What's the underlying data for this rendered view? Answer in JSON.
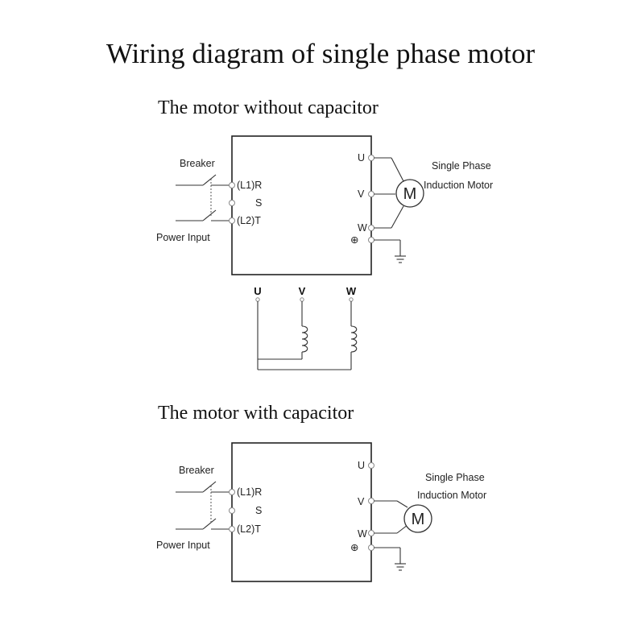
{
  "title": "Wiring diagram of single phase motor",
  "section_without": {
    "heading": "The motor without capacitor",
    "breaker": "Breaker",
    "power_input": "Power Input",
    "terminal_r": "(L1)R",
    "terminal_s": "S",
    "terminal_t": "(L2)T",
    "terminal_u": "U",
    "terminal_v": "V",
    "terminal_w": "W",
    "motor_letter": "M",
    "motor_label_line1": "Single Phase",
    "motor_label_line2": "Induction Motor",
    "winding_u": "U",
    "winding_v": "V",
    "winding_w": "W",
    "ground_symbol": "⊕"
  },
  "section_with": {
    "heading": "The motor with capacitor",
    "breaker": "Breaker",
    "power_input": "Power Input",
    "terminal_r": "(L1)R",
    "terminal_s": "S",
    "terminal_t": "(L2)T",
    "terminal_u": "U",
    "terminal_v": "V",
    "terminal_w": "W",
    "motor_letter": "M",
    "motor_label_line1": "Single Phase",
    "motor_label_line2": "Induction Motor",
    "ground_symbol": "⊕"
  }
}
